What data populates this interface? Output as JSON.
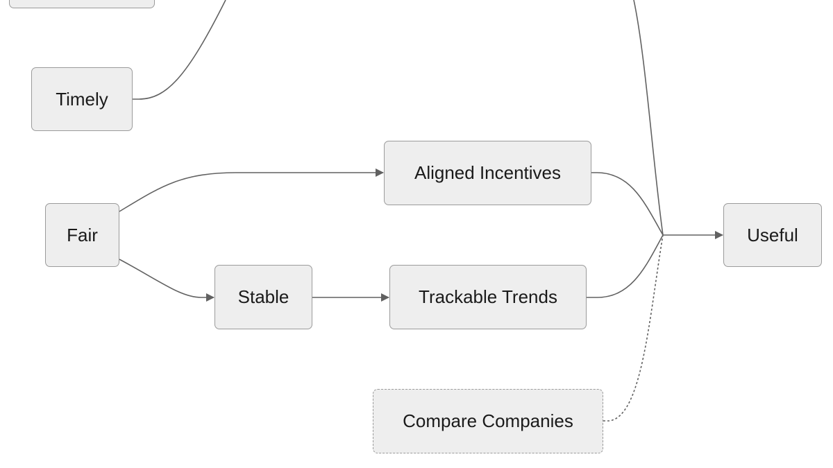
{
  "nodes": {
    "top_partial": "",
    "timely": "Timely",
    "fair": "Fair",
    "aligned_incentives": "Aligned Incentives",
    "stable": "Stable",
    "trackable_trends": "Trackable Trends",
    "compare_companies": "Compare Companies",
    "useful": "Useful"
  },
  "edges": [
    {
      "from": "Timely",
      "to": "off-canvas above",
      "style": "solid"
    },
    {
      "from": "off-canvas above",
      "to": "Useful",
      "style": "solid"
    },
    {
      "from": "Fair",
      "to": "Aligned Incentives",
      "style": "solid",
      "arrow": true
    },
    {
      "from": "Fair",
      "to": "Stable",
      "style": "solid",
      "arrow": true
    },
    {
      "from": "Stable",
      "to": "Trackable Trends",
      "style": "solid",
      "arrow": true
    },
    {
      "from": "Aligned Incentives",
      "to": "Useful",
      "style": "solid",
      "arrow": true
    },
    {
      "from": "Trackable Trends",
      "to": "Useful",
      "style": "solid",
      "arrow": true
    },
    {
      "from": "Compare Companies",
      "to": "Useful",
      "style": "dotted",
      "arrow": true
    }
  ],
  "colors": {
    "node_fill": "#eeeeee",
    "node_border": "#9a9a9a",
    "edge": "#616161",
    "text": "#1a1a1a",
    "background": "#ffffff"
  }
}
